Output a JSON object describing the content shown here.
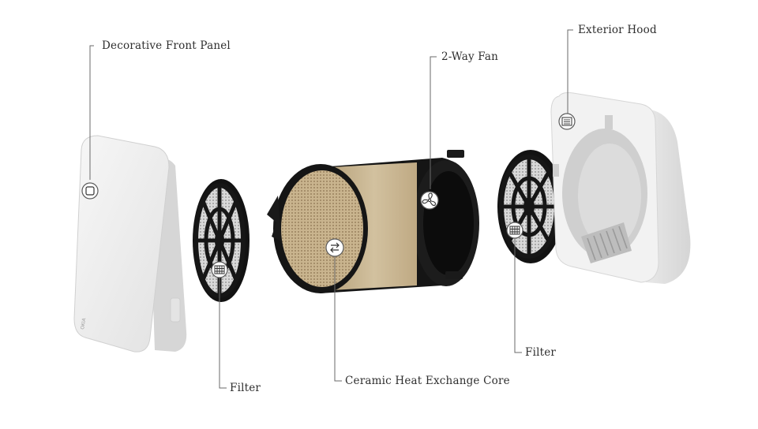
{
  "labels": {
    "front_panel": "Decorative Front Panel",
    "fan": "2-Way Fan",
    "exterior_hood": "Exterior Hood",
    "filter_left": "Filter",
    "filter_right": "Filter",
    "core": "Ceramic Heat Exchange Core"
  },
  "panel_brand": "OKIA",
  "icons": {
    "front_panel": "square-icon",
    "fan": "fan-icon",
    "core": "swap-arrows-icon",
    "filter_left": "filter-grid-icon",
    "filter_right": "filter-grid-icon",
    "hood": "vent-grille-icon"
  },
  "colors": {
    "callout_line": "#6a6a6a",
    "core": "#c6b38f",
    "panel": "#ececec",
    "frame": "#161616"
  }
}
